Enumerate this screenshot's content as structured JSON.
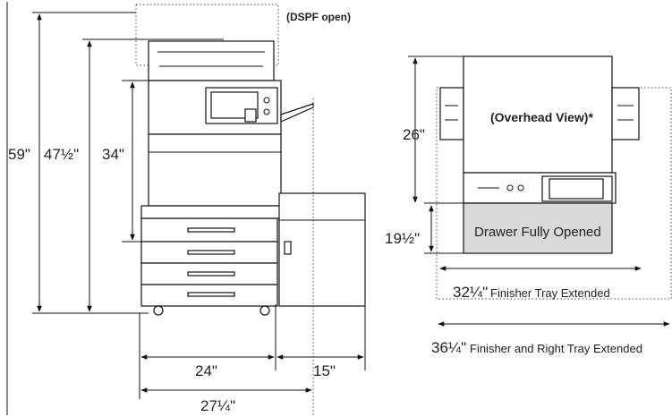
{
  "diagram": {
    "labels": {
      "dspf_open": "(DSPF open)",
      "overhead_view": "(Overhead View)*",
      "drawer_fully_opened": "Drawer Fully Opened"
    },
    "dimensions": {
      "height_dspf_open": "59\"",
      "height_total": "47½\"",
      "height_platen": "34\"",
      "width_main": "24\"",
      "width_finisher": "15\"",
      "width_total": "27¼\"",
      "depth": "26\"",
      "drawer_depth": "19½\"",
      "finisher_tray_width": "32¼\"",
      "finisher_tray_caption": "Finisher Tray Extended",
      "right_tray_width": "36¼\"",
      "right_tray_caption": "Finisher and Right Tray Extended"
    }
  }
}
